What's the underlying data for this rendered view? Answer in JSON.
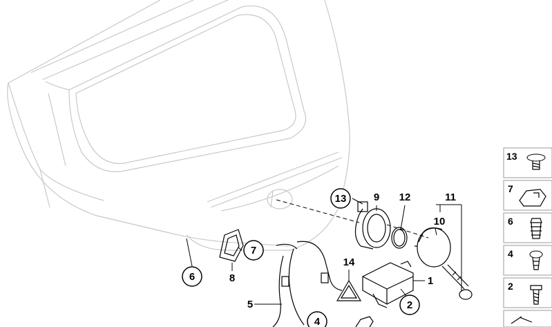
{
  "diagram": {
    "callouts": {
      "c13": "13",
      "c9": "9",
      "c12": "12",
      "c11": "11",
      "c10": "10",
      "c7": "7",
      "c6": "6",
      "c8": "8",
      "c14": "14",
      "c1": "1",
      "c2": "2",
      "c5": "5",
      "c4": "4"
    },
    "legend": [
      {
        "label": "13",
        "icon": "screw-washer-icon"
      },
      {
        "label": "7",
        "icon": "clip-icon"
      },
      {
        "label": "6",
        "icon": "expanding-rivet-icon"
      },
      {
        "label": "4",
        "icon": "push-pin-icon"
      },
      {
        "label": "2",
        "icon": "hex-screw-icon"
      }
    ]
  }
}
